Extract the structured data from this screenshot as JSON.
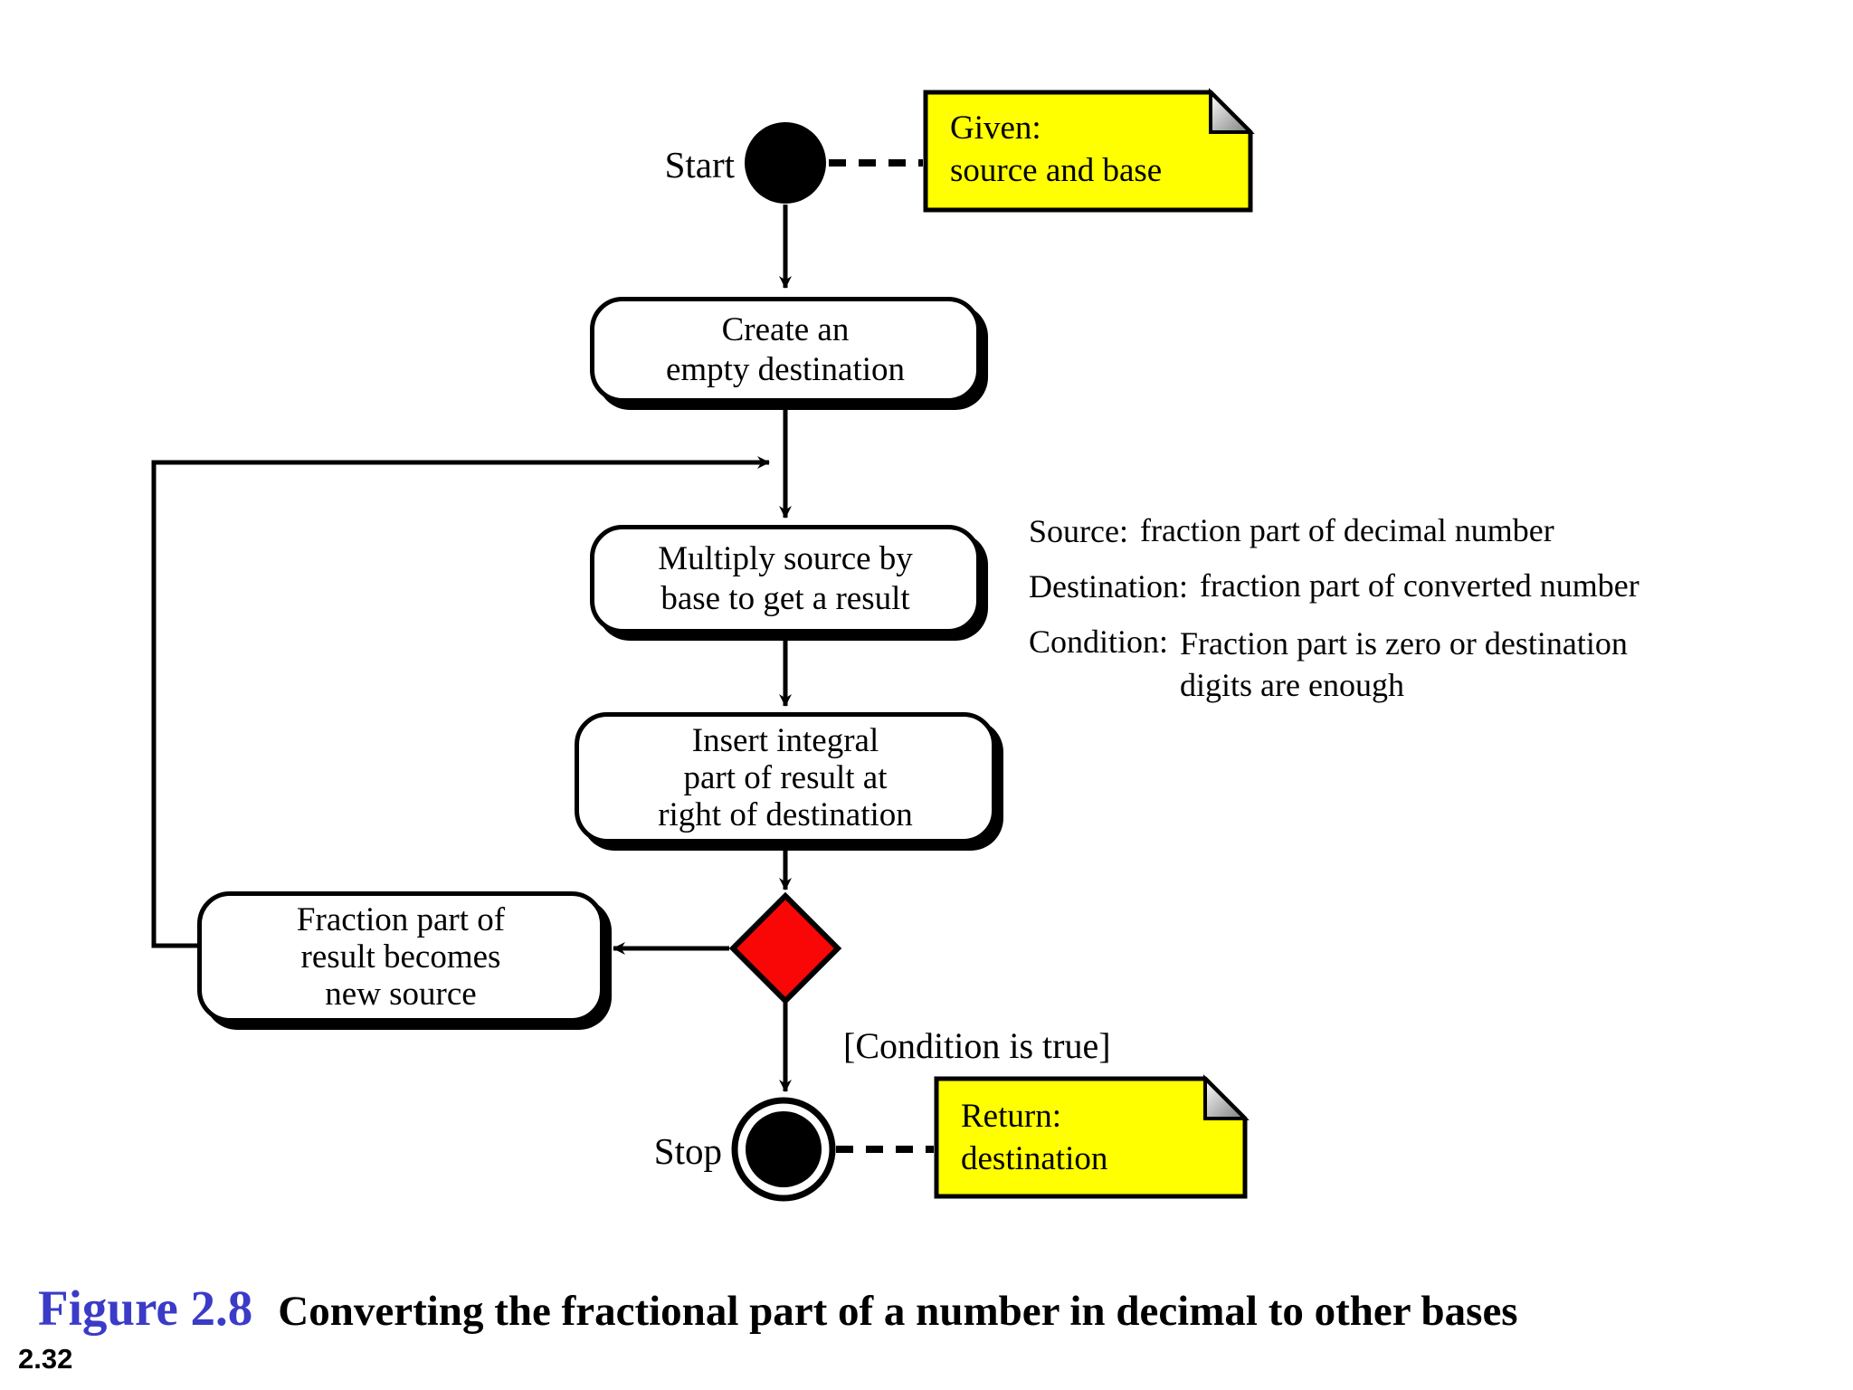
{
  "page": {
    "figure_label": "Figure 2.8",
    "caption": "Converting the fractional part of a number in decimal to other bases",
    "page_number": "2.32"
  },
  "colors": {
    "note_fill": "#ffff00",
    "decision_fill": "#f90606",
    "node_fill": "#000000",
    "figure_label_color": "#3b3bc8",
    "line_color": "#000000"
  },
  "flowchart": {
    "start_label": "Start",
    "stop_label": "Stop",
    "notes": {
      "given": {
        "lines": [
          "Given:",
          "source and base"
        ]
      },
      "return": {
        "lines": [
          "Return:",
          "destination"
        ]
      }
    },
    "activities": {
      "create": {
        "lines": [
          "Create an",
          "empty destination"
        ]
      },
      "multiply": {
        "lines": [
          "Multiply source by",
          "base to get a result"
        ]
      },
      "insert": {
        "lines": [
          "Insert integral",
          "part of result at",
          "right of destination"
        ]
      },
      "fraction": {
        "lines": [
          "Fraction part of",
          "result becomes",
          "new source"
        ]
      }
    },
    "branch_label": "[Condition is true]",
    "legend": {
      "rows": [
        {
          "term": "Source:",
          "lines": [
            "fraction part of decimal number"
          ]
        },
        {
          "term": "Destination:",
          "lines": [
            "fraction part of converted number"
          ]
        },
        {
          "term": "Condition:",
          "lines": [
            "Fraction part is zero or destination",
            "digits are enough"
          ]
        }
      ]
    }
  }
}
